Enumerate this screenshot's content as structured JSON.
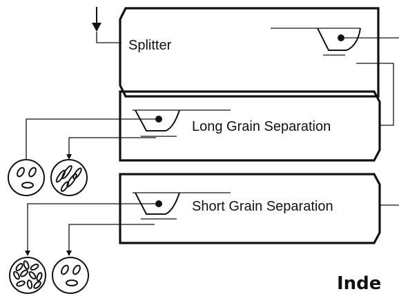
{
  "diagram": {
    "title_fragment": "Inde",
    "stages": [
      {
        "id": "splitter",
        "label": "Splitter"
      },
      {
        "id": "long",
        "label": "Long Grain Separation"
      },
      {
        "id": "short",
        "label": "Short Grain Separation"
      }
    ],
    "outputs": [
      {
        "id": "out-1",
        "icon": "grain-circle-icon"
      },
      {
        "id": "out-2",
        "icon": "grain-circle-long-icon"
      },
      {
        "id": "out-3",
        "icon": "grain-circle-mixed-icon"
      },
      {
        "id": "out-4",
        "icon": "grain-circle-icon"
      }
    ],
    "colors": {
      "ink": "#111111",
      "background": "#ffffff"
    }
  }
}
